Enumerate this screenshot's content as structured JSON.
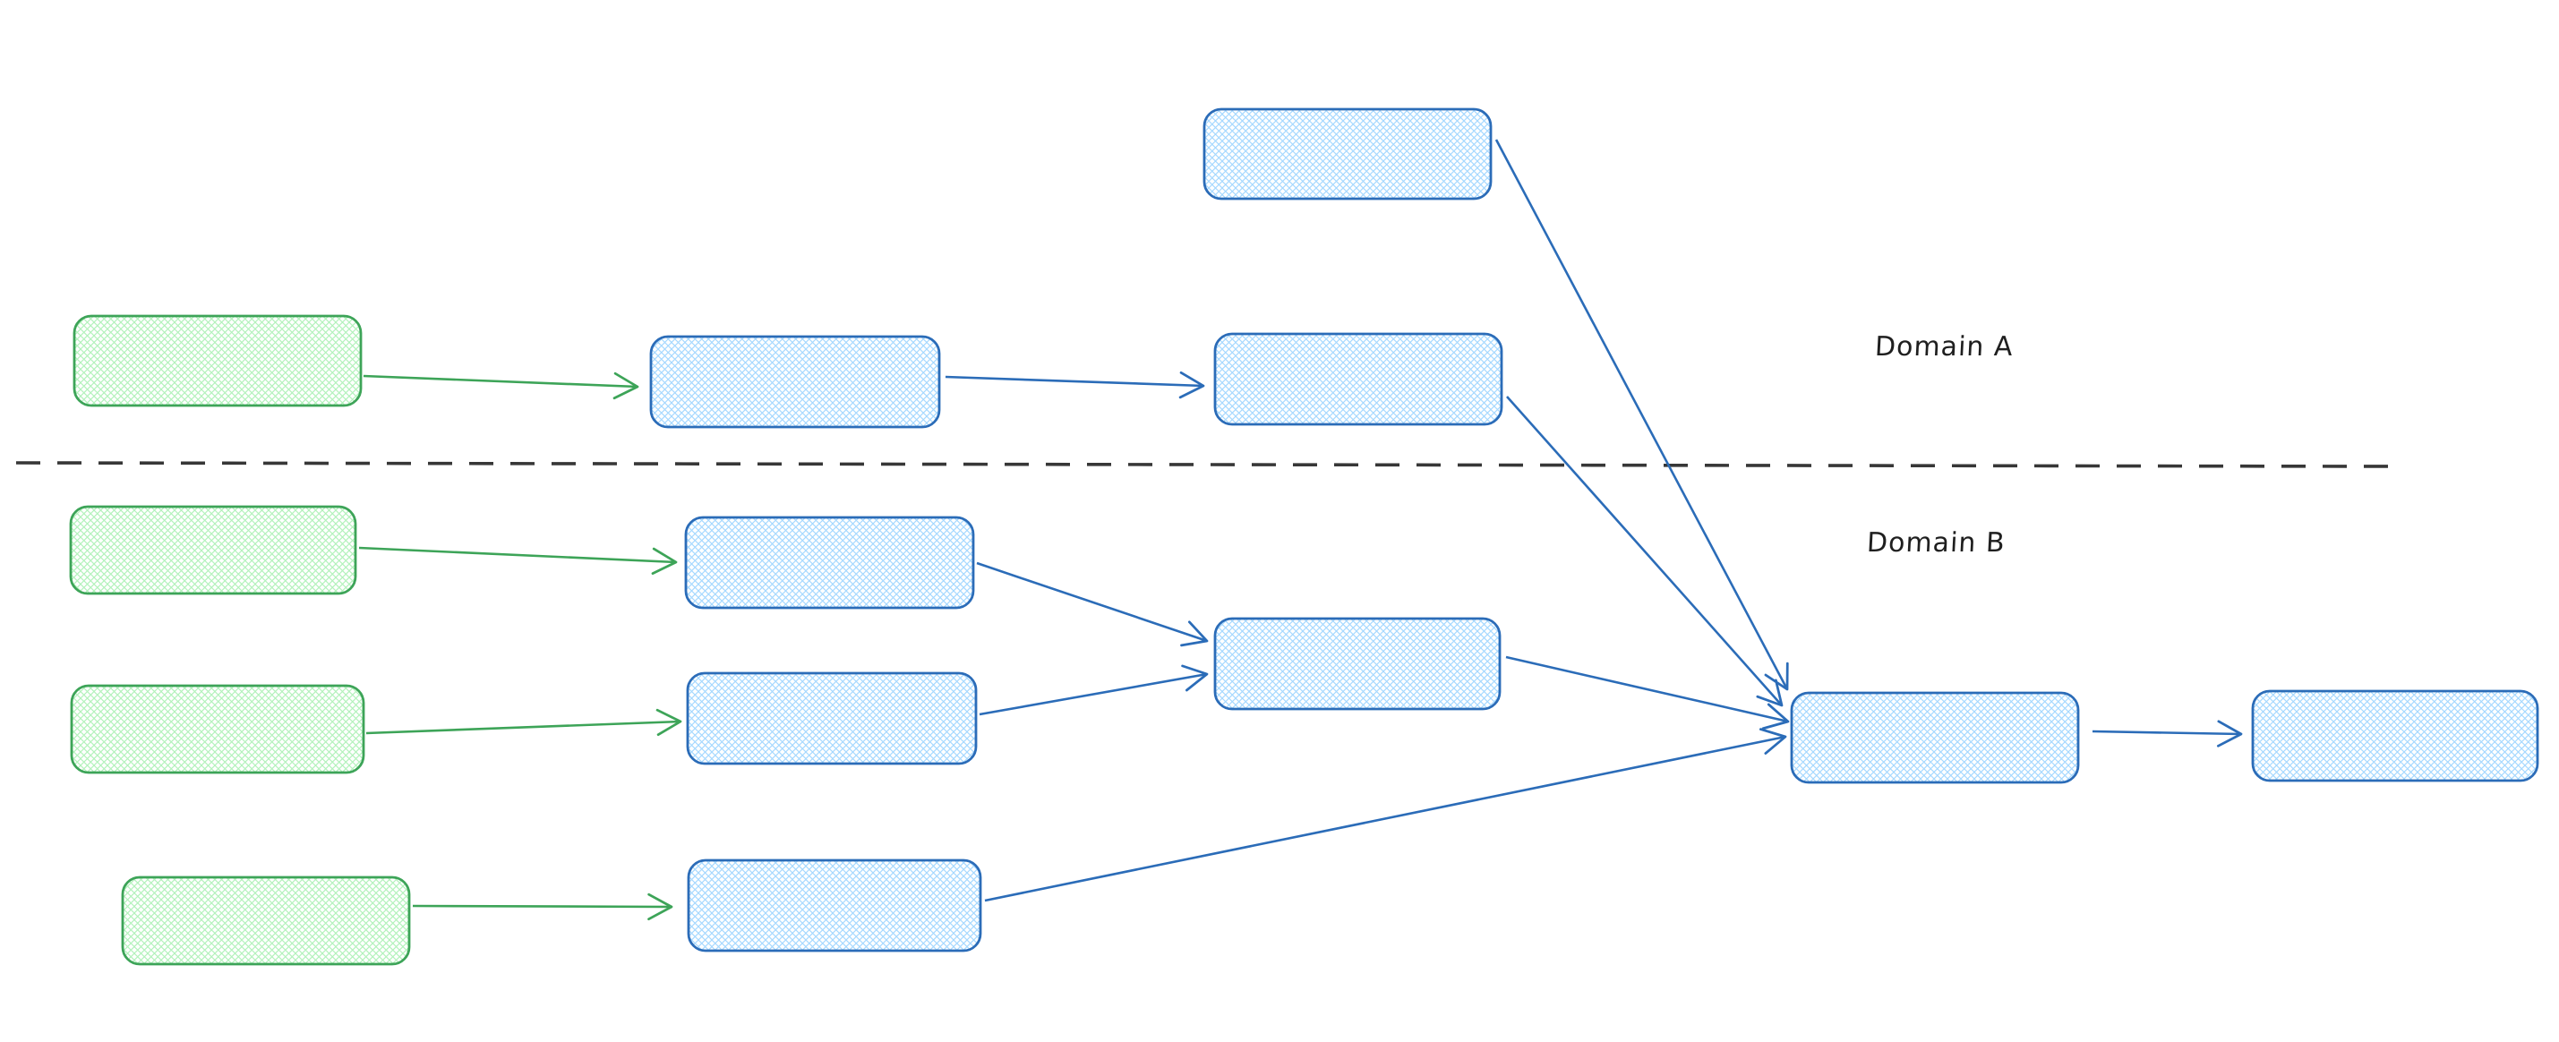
{
  "canvas": {
    "background": "#ffffff"
  },
  "labels": {
    "domain_a": "Domain A",
    "domain_b": "Domain B"
  },
  "colors": {
    "blue_stroke": "#2b6cb8",
    "blue_hatch": "#a5d8ff",
    "green_stroke": "#3da458",
    "green_hatch": "#b2f2bb",
    "divider": "#373737",
    "text": "#1f1f1f"
  },
  "diagram": {
    "type": "flow",
    "style": "hand-drawn rounded rectangles with cross-hatch fill, no text inside nodes",
    "regions": [
      {
        "id": "domain-a",
        "label": "Domain A",
        "position": "above dashed divider"
      },
      {
        "id": "domain-b",
        "label": "Domain B",
        "position": "below dashed divider"
      }
    ],
    "nodes": [
      {
        "id": "a-top-process",
        "region": "domain-a",
        "color": "blue"
      },
      {
        "id": "a-source",
        "region": "domain-a",
        "color": "green"
      },
      {
        "id": "a-process-1",
        "region": "domain-a",
        "color": "blue"
      },
      {
        "id": "a-process-2",
        "region": "domain-a",
        "color": "blue"
      },
      {
        "id": "b-source-1",
        "region": "domain-b",
        "color": "green"
      },
      {
        "id": "b-process-1",
        "region": "domain-b",
        "color": "blue"
      },
      {
        "id": "b-source-2",
        "region": "domain-b",
        "color": "green"
      },
      {
        "id": "b-process-2",
        "region": "domain-b",
        "color": "blue"
      },
      {
        "id": "b-aggregator",
        "region": "domain-b",
        "color": "blue"
      },
      {
        "id": "b-source-3",
        "region": "domain-b",
        "color": "green"
      },
      {
        "id": "b-process-3",
        "region": "domain-b",
        "color": "blue"
      },
      {
        "id": "sink",
        "region": "domain-b",
        "color": "blue"
      },
      {
        "id": "output",
        "region": "domain-b",
        "color": "blue"
      }
    ],
    "edges": [
      {
        "from": "a-source",
        "to": "a-process-1",
        "color": "green"
      },
      {
        "from": "a-process-1",
        "to": "a-process-2",
        "color": "blue"
      },
      {
        "from": "a-top-process",
        "to": "sink",
        "color": "blue"
      },
      {
        "from": "a-process-2",
        "to": "sink",
        "color": "blue"
      },
      {
        "from": "b-source-1",
        "to": "b-process-1",
        "color": "green"
      },
      {
        "from": "b-source-2",
        "to": "b-process-2",
        "color": "green"
      },
      {
        "from": "b-source-3",
        "to": "b-process-3",
        "color": "green"
      },
      {
        "from": "b-process-1",
        "to": "b-aggregator",
        "color": "blue"
      },
      {
        "from": "b-process-2",
        "to": "b-aggregator",
        "color": "blue"
      },
      {
        "from": "b-aggregator",
        "to": "sink",
        "color": "blue"
      },
      {
        "from": "b-process-3",
        "to": "sink",
        "color": "blue"
      },
      {
        "from": "sink",
        "to": "output",
        "color": "blue"
      }
    ]
  }
}
